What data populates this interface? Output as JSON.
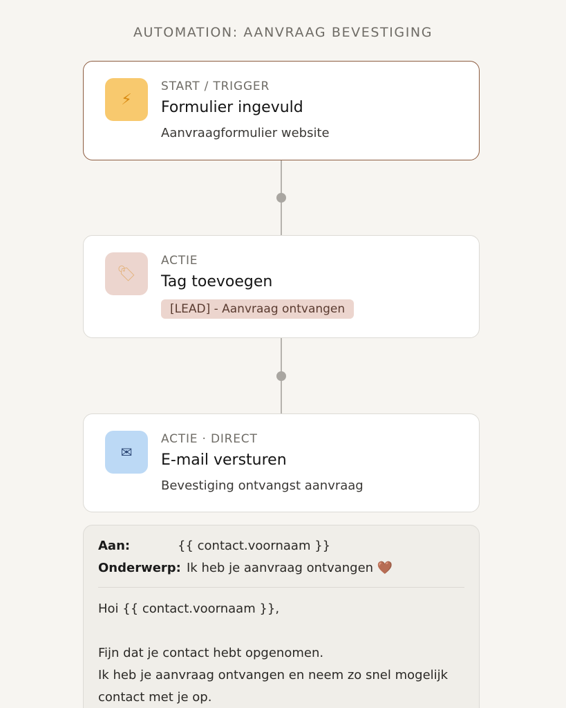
{
  "automation_title": "AUTOMATION: AANVRAAG BEVESTIGING",
  "steps": [
    {
      "kicker": "START / TRIGGER",
      "heading": "Formulier ingevuld",
      "detail": "Aanvraagformulier website",
      "icon": "lightning-icon",
      "icon_glyph": "⚡",
      "icon_bg": "#f8c96e"
    },
    {
      "kicker": "ACTIE",
      "heading": "Tag toevoegen",
      "tag": "[LEAD] - Aanvraag ontvangen",
      "icon": "tag-icon",
      "icon_glyph": "🏷",
      "icon_bg": "#ecd5ce"
    },
    {
      "kicker": "ACTIE · DIRECT",
      "heading": "E-mail versturen",
      "detail": "Bevestiging ontvangst aanvraag",
      "icon": "envelope-icon",
      "icon_glyph": "✉",
      "icon_bg": "#bcd9f5"
    }
  ],
  "email_preview": {
    "to_label": "Aan:",
    "to_value": "{{ contact.voornaam }}",
    "subject_label": "Onderwerp:",
    "subject_value": "Ik heb je aanvraag ontvangen",
    "subject_emoji": "🤎",
    "greeting": "Hoi {{ contact.voornaam }},",
    "line1": "Fijn dat je contact hebt opgenomen.",
    "line2": "Ik heb je aanvraag ontvangen en neem zo snel mogelijk",
    "line3": "contact met je op."
  },
  "colors": {
    "background": "#f7f5f1",
    "trigger_border": "#8c5b3f",
    "tag_bg": "#ecd5ce",
    "connector": "#b5b2ad"
  }
}
